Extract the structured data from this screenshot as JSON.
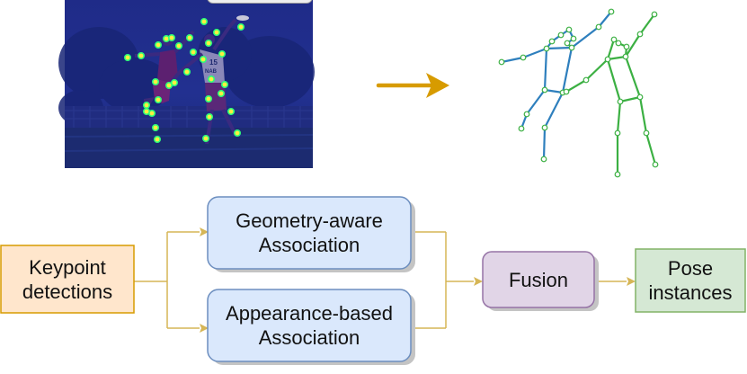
{
  "photo": {
    "tint_color": "#1d2a86",
    "keypoint_color": "#2dff7a",
    "keypoint_center_color": "#ffef40",
    "jersey_number": "15",
    "jersey_text": "NAB"
  },
  "arrow": {
    "color": "#d79b00"
  },
  "skeletons": {
    "blue_color": "#2e7fbd",
    "green_color": "#3cb043"
  },
  "flow": {
    "connector_color": "#d6b656",
    "keypoint_detections": {
      "label": "Keypoint\ndetections",
      "fill": "#ffe6cc",
      "stroke": "#d79b00"
    },
    "geometry_aware": {
      "label": "Geometry-aware\nAssociation",
      "fill": "#dae8fc",
      "stroke": "#6c8ebf"
    },
    "appearance_based": {
      "label": "Appearance-based\nAssociation",
      "fill": "#dae8fc",
      "stroke": "#6c8ebf"
    },
    "fusion": {
      "label": "Fusion",
      "fill": "#e1d5e7",
      "stroke": "#9673a6"
    },
    "pose_instances": {
      "label": "Pose\ninstances",
      "fill": "#d5e8d4",
      "stroke": "#82b366"
    }
  }
}
